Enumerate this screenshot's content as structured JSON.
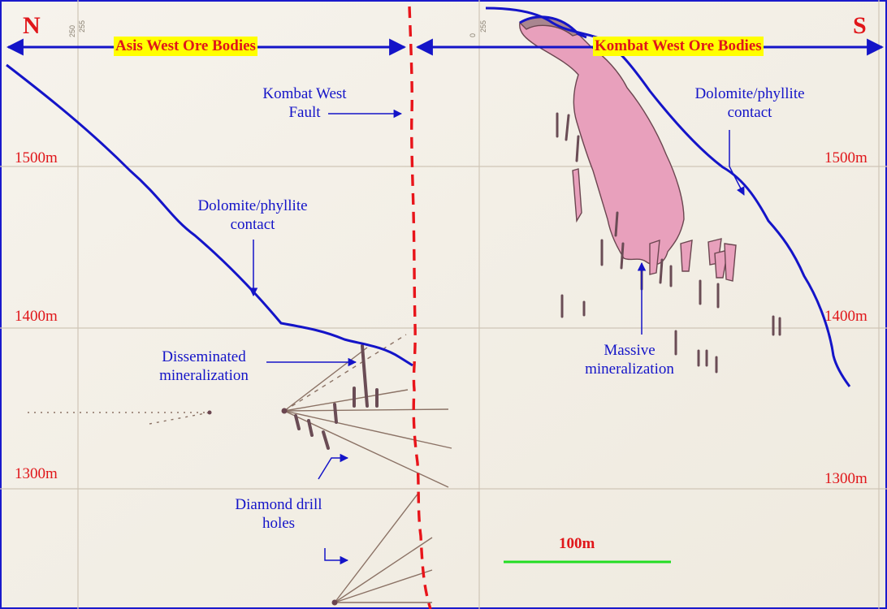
{
  "directions": {
    "north": "N",
    "south": "S"
  },
  "banners": {
    "west": "Asis West Ore Bodies",
    "east": "Kombat West Ore Bodies"
  },
  "elevations": {
    "left": [
      "1500m",
      "1400m",
      "1300m"
    ],
    "right": [
      "1500m",
      "1400m",
      "1300m"
    ]
  },
  "labels": {
    "fault": [
      "Kombat West",
      "Fault"
    ],
    "contact_left": [
      "Dolomite/phyllite",
      "contact"
    ],
    "contact_right": [
      "Dolomite/phyllite",
      "contact"
    ],
    "disseminated": [
      "Disseminated",
      "mineralization"
    ],
    "massive": [
      "Massive",
      "mineralization"
    ],
    "drill_holes": [
      "Diamond drill",
      "holes"
    ]
  },
  "scale_bar": {
    "label": "100m"
  },
  "grid_ticks": [
    "250",
    "255",
    "0",
    "255"
  ],
  "colors": {
    "contact": "#1414c8",
    "fault": "#e8141a",
    "ore": "#e8a0bc",
    "banner_bg": "#ffff00",
    "label_text": "#e0161a",
    "scale_bar": "#22dd22",
    "paper": "#f3efe6"
  }
}
